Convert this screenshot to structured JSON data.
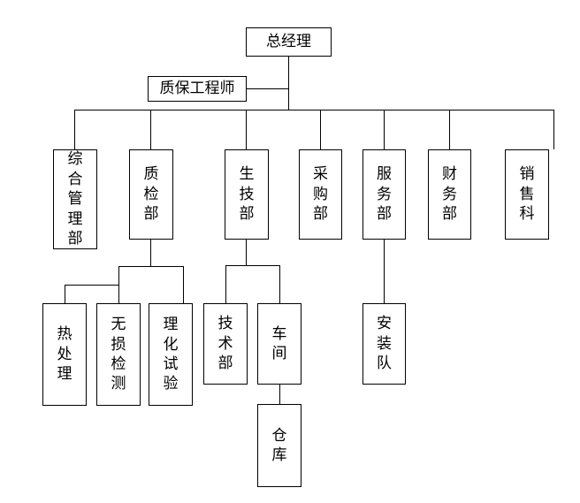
{
  "chart_data": {
    "type": "diagram",
    "diagram_kind": "organizational-chart",
    "title": "",
    "orientation": "top-down",
    "text_direction": "vertical-per-character",
    "colors": {
      "stroke": "#000000",
      "background": "#ffffff",
      "text": "#000000"
    },
    "nodes": [
      {
        "id": "general-manager",
        "label": "总经理",
        "level": 0,
        "orientation": "horizontal"
      },
      {
        "id": "quality-assurance-engineer",
        "label": "质保工程师",
        "level": 1,
        "orientation": "horizontal"
      },
      {
        "id": "comprehensive-management-dept",
        "label": "综\n合\n管\n理\n部",
        "plain": "综合管理部",
        "level": 2,
        "orientation": "vertical"
      },
      {
        "id": "quality-inspection-dept",
        "label": "质\n检\n部",
        "plain": "质检部",
        "level": 2,
        "orientation": "vertical"
      },
      {
        "id": "production-technology-dept",
        "label": "生\n技\n部",
        "plain": "生技部",
        "level": 2,
        "orientation": "vertical"
      },
      {
        "id": "purchasing-dept",
        "label": "采\n购\n部",
        "plain": "采购部",
        "level": 2,
        "orientation": "vertical"
      },
      {
        "id": "service-dept",
        "label": "服\n务\n部",
        "plain": "服务部",
        "level": 2,
        "orientation": "vertical"
      },
      {
        "id": "finance-dept",
        "label": "财\n务\n部",
        "plain": "财务部",
        "level": 2,
        "orientation": "vertical"
      },
      {
        "id": "sales-section",
        "label": "销\n售\n科",
        "plain": "销售科",
        "level": 2,
        "orientation": "vertical"
      },
      {
        "id": "heat-treatment",
        "label": "热\n处\n理",
        "plain": "热处理",
        "level": 3,
        "orientation": "vertical"
      },
      {
        "id": "non-destructive-testing",
        "label": "无\n损\n检\n测",
        "plain": "无损检测",
        "level": 3,
        "orientation": "vertical"
      },
      {
        "id": "physical-chemical-test",
        "label": "理\n化\n试\n验",
        "plain": "理化试验",
        "level": 3,
        "orientation": "vertical"
      },
      {
        "id": "technical-dept",
        "label": "技\n术\n部",
        "plain": "技术部",
        "level": 3,
        "orientation": "vertical"
      },
      {
        "id": "workshop",
        "label": "车\n间",
        "plain": "车间",
        "level": 3,
        "orientation": "vertical"
      },
      {
        "id": "installation-team",
        "label": "安\n装\n队",
        "plain": "安装队",
        "level": 3,
        "orientation": "vertical"
      },
      {
        "id": "warehouse",
        "label": "仓\n库",
        "plain": "仓库",
        "level": 4,
        "orientation": "vertical"
      }
    ],
    "edges": [
      {
        "from": "general-manager",
        "to": "quality-assurance-engineer"
      },
      {
        "from": "general-manager",
        "to": "comprehensive-management-dept"
      },
      {
        "from": "general-manager",
        "to": "quality-inspection-dept"
      },
      {
        "from": "general-manager",
        "to": "production-technology-dept"
      },
      {
        "from": "general-manager",
        "to": "purchasing-dept"
      },
      {
        "from": "general-manager",
        "to": "service-dept"
      },
      {
        "from": "general-manager",
        "to": "finance-dept"
      },
      {
        "from": "general-manager",
        "to": "sales-section"
      },
      {
        "from": "quality-inspection-dept",
        "to": "heat-treatment"
      },
      {
        "from": "quality-inspection-dept",
        "to": "non-destructive-testing"
      },
      {
        "from": "quality-inspection-dept",
        "to": "physical-chemical-test"
      },
      {
        "from": "production-technology-dept",
        "to": "technical-dept"
      },
      {
        "from": "production-technology-dept",
        "to": "workshop"
      },
      {
        "from": "service-dept",
        "to": "installation-team"
      },
      {
        "from": "workshop",
        "to": "warehouse"
      }
    ]
  }
}
